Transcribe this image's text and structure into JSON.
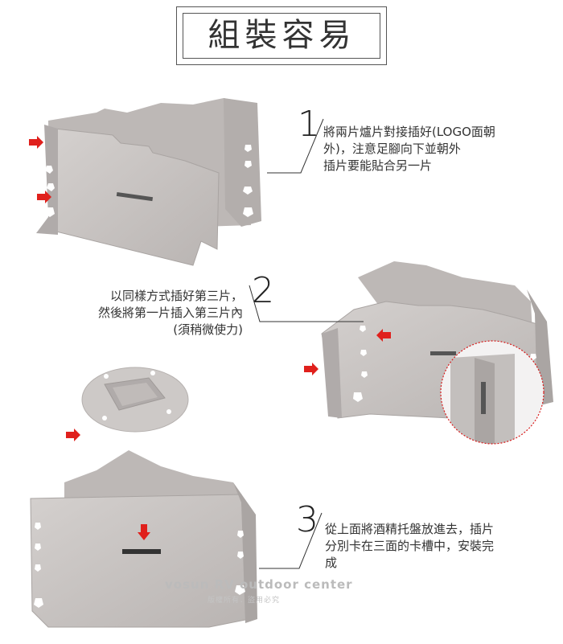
{
  "title": "組裝容易",
  "steps": [
    {
      "number": "1",
      "lines": [
        "將兩片爐片對接插好(LOGO面朝",
        "外)，注意足腳向下並朝外",
        "插片要能貼合另一片"
      ]
    },
    {
      "number": "2",
      "lines": [
        "以同樣方式插好第三片，",
        "然後將第一片插入第三片內",
        "(須稍微使力)"
      ]
    },
    {
      "number": "3",
      "lines": [
        "從上面將酒精托盤放進去，插片",
        "分別卡在三面的卡槽中，安裝完",
        "成"
      ]
    }
  ],
  "watermark": {
    "text": "vosun RV outdoor center",
    "sub": "版權所有．盜用必究"
  },
  "colors": {
    "metal": "#c9c5c3",
    "metal_dark": "#a9a4a2",
    "arrow": "#e0201c",
    "line": "#333333"
  }
}
